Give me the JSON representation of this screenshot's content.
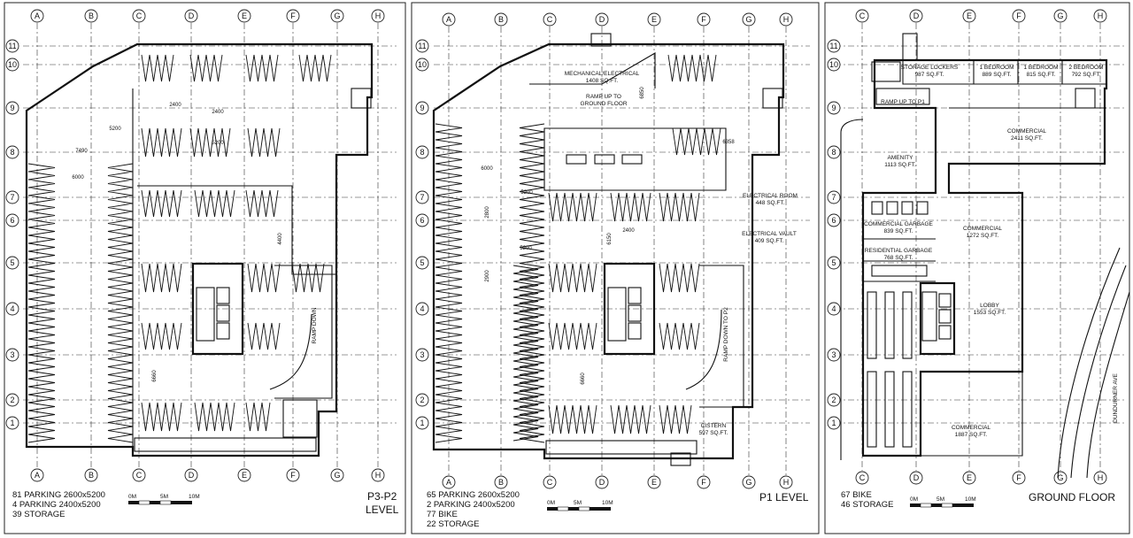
{
  "panels": [
    {
      "id": "p3p2",
      "title_line1": "P3-P2",
      "title_line2": "LEVEL",
      "summary": [
        "81 PARKING 2600x5200",
        " 4 PARKING 2400x5200",
        "39 STORAGE"
      ],
      "top_grid": [
        "A",
        "B",
        "C",
        "D",
        "E",
        "F",
        "G",
        "H"
      ],
      "side_grid": [
        "11",
        "10",
        "9",
        "8",
        "7",
        "6",
        "5",
        "4",
        "3",
        "2",
        "1"
      ],
      "rooms": [
        {
          "label": "RAMP DOWN",
          "size": ""
        }
      ],
      "dimensions": [
        "5200",
        "2400",
        "7490",
        "5200",
        "6000",
        "2400",
        "6660",
        "4400"
      ]
    },
    {
      "id": "p1",
      "title_line1": "P1 LEVEL",
      "title_line2": "",
      "summary": [
        "65 PARKING 2600x5200",
        " 2 PARKING 2400x5200",
        "77 BIKE",
        "22 STORAGE"
      ],
      "top_grid": [
        "A",
        "B",
        "C",
        "D",
        "E",
        "F",
        "G",
        "H"
      ],
      "side_grid": [
        "11",
        "10",
        "9",
        "8",
        "7",
        "6",
        "5",
        "4",
        "3",
        "2",
        "1"
      ],
      "rooms": [
        {
          "label": "MECHANICAL/ELECTRICAL",
          "size": "1408 SQ.FT."
        },
        {
          "label": "RAMP UP TO",
          "size": "GROUND FLOOR"
        },
        {
          "label": "ELECTRICAL ROOM",
          "size": "448 SQ.FT."
        },
        {
          "label": "ELECTRICAL VAULT",
          "size": "409 SQ.FT."
        },
        {
          "label": "RAMP DOWN TO P2",
          "size": ""
        },
        {
          "label": "CISTERN",
          "size": "597 SQ.FT."
        }
      ],
      "dimensions": [
        "6000",
        "5200",
        "2800",
        "2400",
        "6150",
        "5200",
        "2900",
        "6660",
        "6358",
        "6850"
      ]
    },
    {
      "id": "gf",
      "title_line1": "GROUND FLOOR",
      "title_line2": "",
      "summary": [
        "67 BIKE",
        "46 STORAGE"
      ],
      "top_grid": [
        "C",
        "D",
        "E",
        "F",
        "G",
        "H"
      ],
      "side_grid": [
        "11",
        "10",
        "9",
        "8",
        "7",
        "6",
        "5",
        "4",
        "3",
        "2",
        "1"
      ],
      "rooms": [
        {
          "label": "STORAGE LOCKERS",
          "size": "987 SQ.FT."
        },
        {
          "label": "1 BEDROOM",
          "size": "889 SQ.FT."
        },
        {
          "label": "1 BEDROOM",
          "size": "815 SQ.FT."
        },
        {
          "label": "2 BEDROOM",
          "size": "792 SQ.FT."
        },
        {
          "label": "RAMP UP TO P1",
          "size": ""
        },
        {
          "label": "COMMERCIAL",
          "size": "2411 SQ.FT."
        },
        {
          "label": "AMENITY",
          "size": "1113 SQ.FT."
        },
        {
          "label": "COMMERCIAL GARBAGE",
          "size": "839 SQ.FT."
        },
        {
          "label": "COMMERCIAL",
          "size": "1272 SQ.FT."
        },
        {
          "label": "RESIDENTIAL GARBAGE",
          "size": "768 SQ.FT."
        },
        {
          "label": "LOBBY",
          "size": "1553 SQ.FT."
        },
        {
          "label": "COMMERCIAL",
          "size": "1887 SQ.FT."
        }
      ],
      "street": "DUNDURNER AVE"
    }
  ],
  "scale_bar": {
    "labels": [
      "0M",
      "5M",
      "10M"
    ]
  }
}
